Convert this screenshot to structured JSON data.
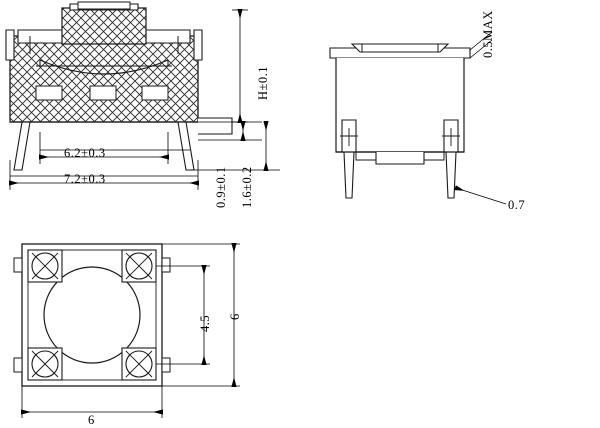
{
  "drawing": {
    "title": "tactile switch mechanical outline drawing",
    "views": [
      {
        "name": "front-view",
        "label": ""
      },
      {
        "name": "side-view",
        "label": ""
      },
      {
        "name": "top-view",
        "label": ""
      }
    ],
    "dimensions": {
      "front_height": "H±0.1",
      "front_width_inner": "6.2±0.3",
      "front_width_outer": "7.2±0.3",
      "front_leg_upper": "0.9±0.1",
      "front_leg_lower": "1.6±0.2",
      "side_top_thickness": "0.5MAX",
      "side_pin_width": "0.7",
      "top_inner_square": "4.5",
      "top_outer_square_right": "6",
      "top_outer_square_bottom": "6"
    },
    "colors": {
      "line": "#1a1a1a",
      "background": "#ffffff",
      "hatch": "#2b2b2b"
    }
  }
}
